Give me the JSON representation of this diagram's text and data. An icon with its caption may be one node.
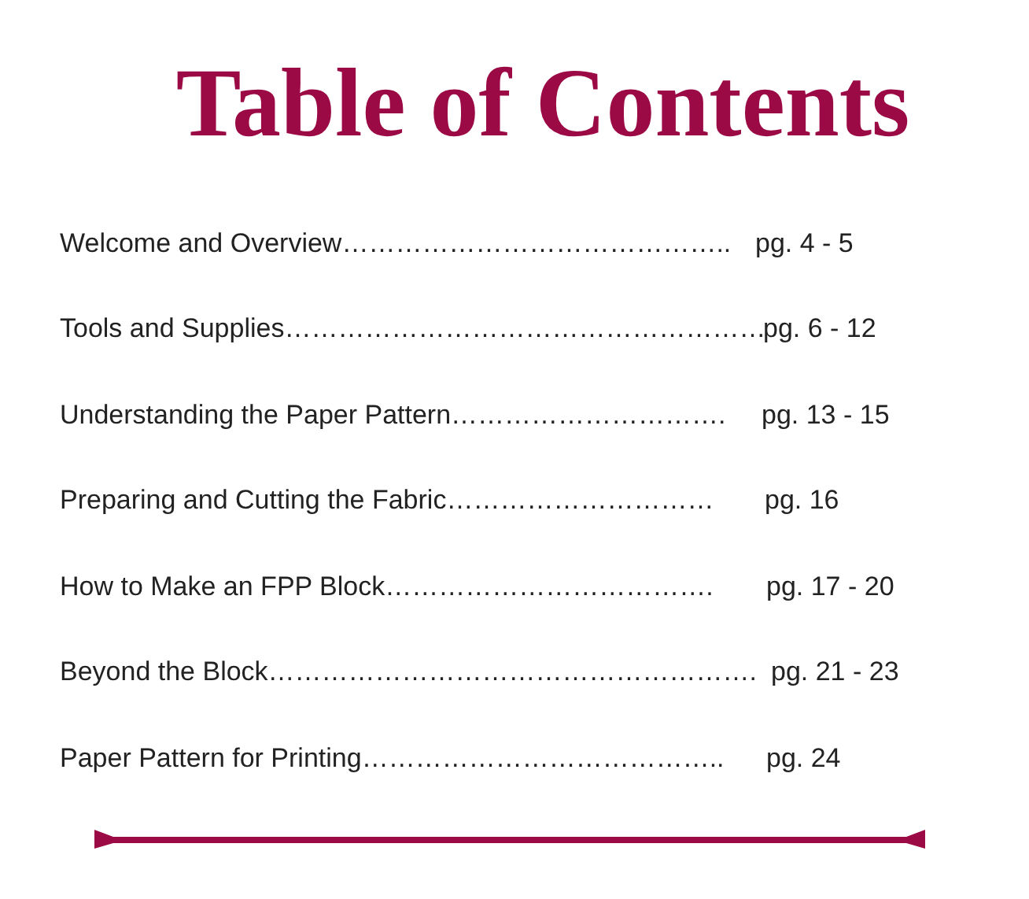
{
  "diagram": {
    "title": "Table of Contents",
    "labels": [
      "Welcome and Overview……………………………………..",
      "pg. 4 - 5",
      "Tools and Supplies………………………………………………",
      "pg. 6 - 12",
      "Understanding the Paper Pattern………………………….",
      "pg. 13 - 15",
      "Preparing and Cutting the Fabric…………………………",
      "pg. 16",
      "How to Make an FPP Block……………………………….",
      "pg. 17 - 20",
      "Beyond the Block……………………………………………….",
      "pg. 21 - 23",
      "Paper Pattern for Printing…………………………………..",
      "pg. 24"
    ]
  }
}
